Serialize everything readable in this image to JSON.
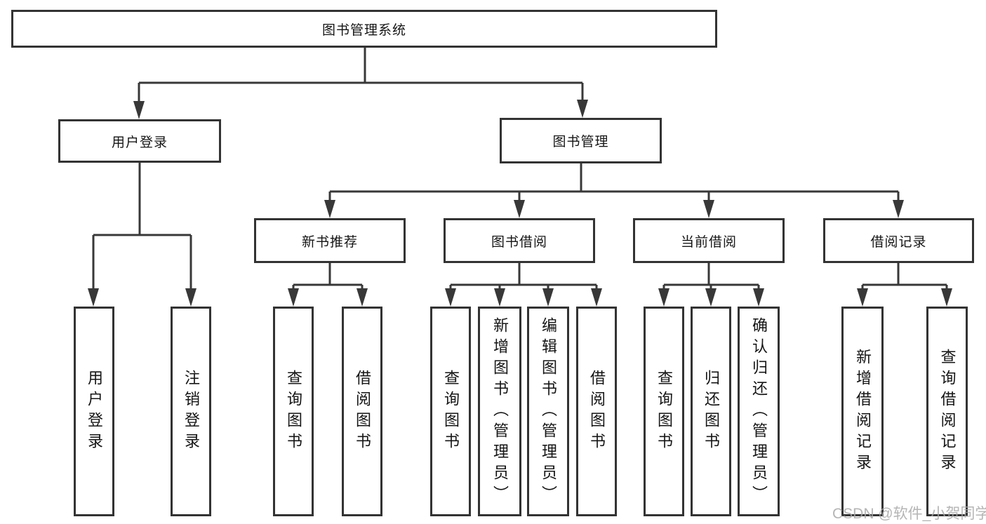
{
  "nodes": {
    "root": "图书管理系统",
    "user_login": "用户登录",
    "book_management": "图书管理",
    "new_book_recommend": "新书推荐",
    "book_borrowing": "图书借阅",
    "current_borrowing": "当前借阅",
    "borrowing_records": "借阅记录",
    "user_login_children": [
      "用户登录",
      "注销登录"
    ],
    "new_book_recommend_children": [
      "查询图书",
      "借阅图书"
    ],
    "book_borrowing_children": [
      "查询图书",
      "新增图书（管理员）",
      "编辑图书（管理员）",
      "借阅图书"
    ],
    "current_borrowing_children": [
      "查询图书",
      "归还图书",
      "确认归还（管理员）"
    ],
    "borrowing_records_children": [
      "新增借阅记录",
      "查询借阅记录"
    ]
  },
  "watermark": "CSDN @软件_小贺同学",
  "colors": {
    "line": "#383838",
    "box_border": "#333333",
    "text": "#151515",
    "watermark": "#a8a8a8",
    "background": "#ffffff"
  }
}
